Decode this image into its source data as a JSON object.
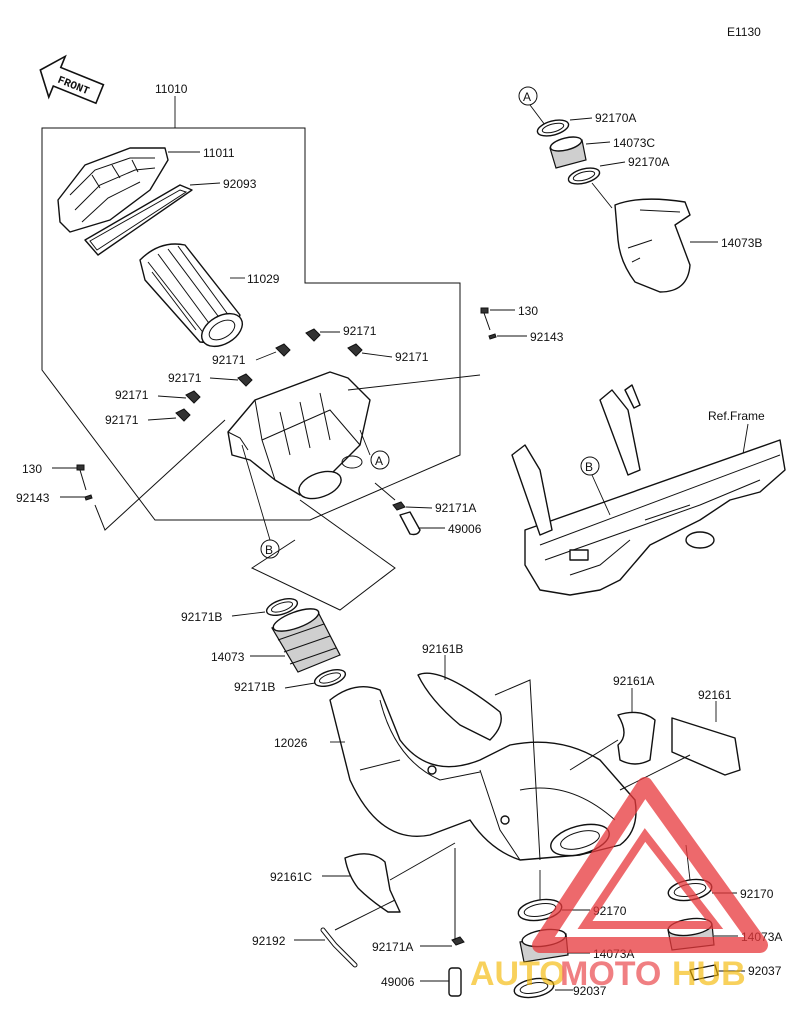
{
  "diagram_code": "E1130",
  "front_label": "FRONT",
  "ref_frame_label": "Ref.Frame",
  "callouts": {
    "a": "A",
    "b": "B"
  },
  "parts": {
    "p11010": "11010",
    "p11011": "11011",
    "p92093": "92093",
    "p11029": "11029",
    "p92171_1": "92171",
    "p92171_2": "92171",
    "p92171_3": "92171",
    "p92171_4": "92171",
    "p92171_5": "92171",
    "p92171_6": "92171",
    "p130_right": "130",
    "p92143_right": "92143",
    "p130_left": "130",
    "p92143_left": "92143",
    "p92171A_top": "92171A",
    "p49006_top": "49006",
    "p92170A_1": "92170A",
    "p14073C": "14073C",
    "p92170A_2": "92170A",
    "p14073B": "14073B",
    "p92171B_1": "92171B",
    "p14073": "14073",
    "p92171B_2": "92171B",
    "p12026": "12026",
    "p92161B": "92161B",
    "p92161A": "92161A",
    "p92161": "92161",
    "p92170_right": "92170",
    "p92170_mid": "92170",
    "p14073A_right": "14073A",
    "p14073A_mid": "14073A",
    "p92037_right": "92037",
    "p92037_mid": "92037",
    "p92161C": "92161C",
    "p92192": "92192",
    "p92171A_bottom": "92171A",
    "p49006_bottom": "49006"
  },
  "watermark": {
    "brand": "AUTOMOTOHUB",
    "accent": "#e8383b",
    "secondary": "#f5b800"
  }
}
